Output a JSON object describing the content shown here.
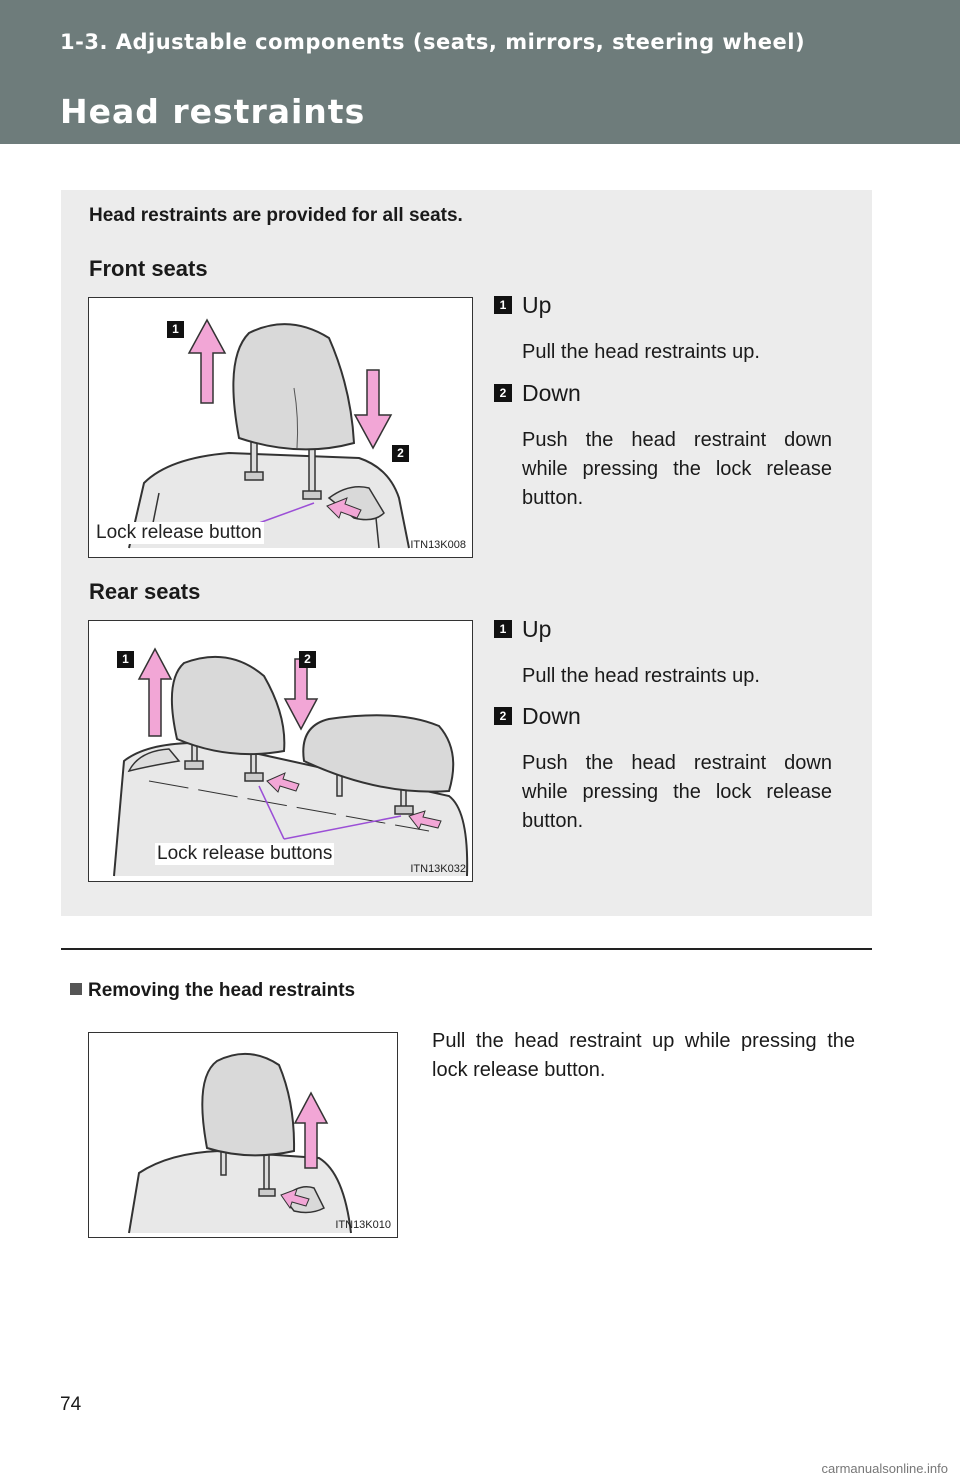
{
  "header": {
    "section": "1-3. Adjustable components (seats, mirrors, steering wheel)",
    "title": "Head restraints"
  },
  "intro": "Head restraints are provided for all seats.",
  "front": {
    "heading": "Front seats",
    "figure_label": "Lock release button",
    "figure_code": "ITN13K008",
    "steps": [
      {
        "num": "1",
        "title": "Up",
        "desc": "Pull the head restraints up."
      },
      {
        "num": "2",
        "title": "Down",
        "desc": "Push the head restraint down while pressing the lock release button."
      }
    ]
  },
  "rear": {
    "heading": "Rear seats",
    "figure_label": "Lock release buttons",
    "figure_code": "ITN13K032",
    "steps": [
      {
        "num": "1",
        "title": "Up",
        "desc": "Pull the head restraints up."
      },
      {
        "num": "2",
        "title": "Down",
        "desc": "Push the head restraint down while pressing the lock release button."
      }
    ]
  },
  "removing": {
    "heading": "Removing the head restraints",
    "desc": "Pull the head restraint up while pressing the lock release button.",
    "figure_code": "ITN13K010"
  },
  "page_number": "74",
  "watermark": "carmanualsonline.info",
  "colors": {
    "header_bg": "#6e7c7b",
    "panel_bg": "#ececec",
    "arrow_pink": "#f2a6d6",
    "leader_purple": "#9b4fd6"
  }
}
